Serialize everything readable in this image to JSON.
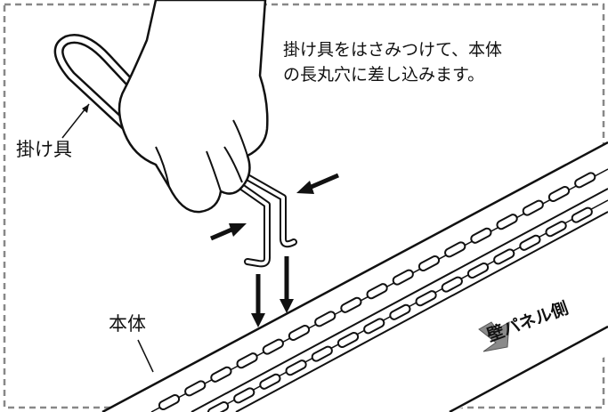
{
  "instruction": {
    "line1": "掛け具をはさみつけて、本体",
    "line2": "の長丸穴に差し込みます。"
  },
  "labels": {
    "hook": "掛け具",
    "body": "本体",
    "wall_side": "壁パネル側"
  },
  "colors": {
    "line": "#111111",
    "border": "#888888",
    "arrow_gray": "#8a8a8a",
    "background": "#ffffff"
  },
  "icons": [
    "hand-icon",
    "hook-icon",
    "press-arrow-icon",
    "insert-arrow-icon",
    "wall-direction-arrow-icon"
  ]
}
